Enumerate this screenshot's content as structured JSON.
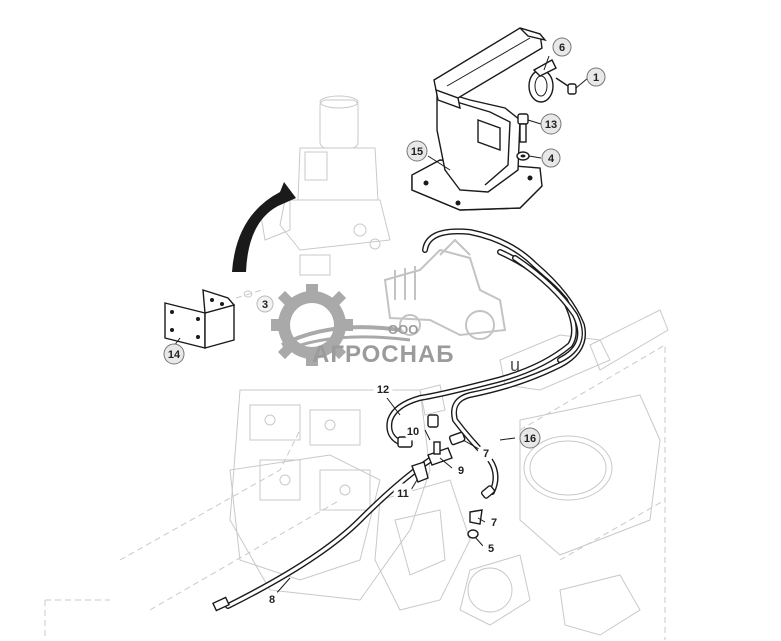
{
  "watermark": {
    "prefix": "ООО",
    "name": "АГРОСНАБ",
    "suffix": "u",
    "color": "#8a8a8a"
  },
  "callouts": [
    {
      "id": "c1",
      "label": "1"
    },
    {
      "id": "c3",
      "label": "3"
    },
    {
      "id": "c4",
      "label": "4"
    },
    {
      "id": "c5",
      "label": "5"
    },
    {
      "id": "c6",
      "label": "6"
    },
    {
      "id": "c7a",
      "label": "7"
    },
    {
      "id": "c7b",
      "label": "7"
    },
    {
      "id": "c8",
      "label": "8"
    },
    {
      "id": "c9",
      "label": "9"
    },
    {
      "id": "c10",
      "label": "10"
    },
    {
      "id": "c11",
      "label": "11"
    },
    {
      "id": "c12",
      "label": "12"
    },
    {
      "id": "c13",
      "label": "13"
    },
    {
      "id": "c14",
      "label": "14"
    },
    {
      "id": "c15",
      "label": "15"
    },
    {
      "id": "c16",
      "label": "16"
    }
  ]
}
